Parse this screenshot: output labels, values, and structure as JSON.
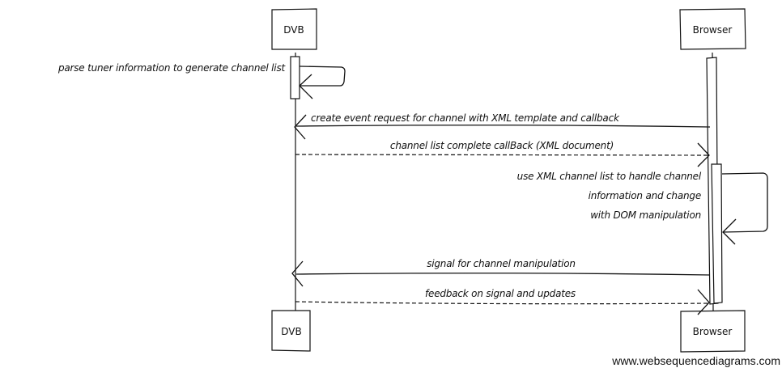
{
  "actors": [
    {
      "id": "dvb",
      "label": "DVB"
    },
    {
      "id": "browser",
      "label": "Browser"
    }
  ],
  "messages": [
    {
      "from": "dvb",
      "to": "dvb",
      "style": "solid",
      "lines": [
        "parse tuner information to generate channel list"
      ]
    },
    {
      "from": "browser",
      "to": "dvb",
      "style": "solid",
      "lines": [
        "create event request for channel with XML template and callback"
      ]
    },
    {
      "from": "dvb",
      "to": "browser",
      "style": "dashed",
      "lines": [
        "channel list complete callBack (XML document)"
      ]
    },
    {
      "from": "browser",
      "to": "browser",
      "style": "solid",
      "lines": [
        "use XML channel list to handle channel",
        "information and change",
        "with DOM manipulation"
      ]
    },
    {
      "from": "browser",
      "to": "dvb",
      "style": "solid",
      "lines": [
        "signal for channel manipulation"
      ]
    },
    {
      "from": "dvb",
      "to": "browser",
      "style": "dashed",
      "lines": [
        "feedback on signal and updates"
      ]
    }
  ],
  "watermark": "www.websequencediagrams.com",
  "colors": {
    "stroke": "#111111",
    "background": "#ffffff"
  }
}
